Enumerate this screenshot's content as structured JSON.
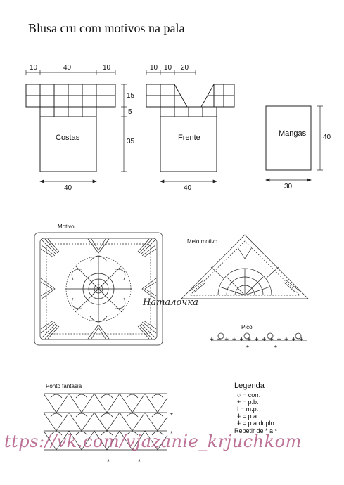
{
  "title": "Blusa cru com motivos na pala",
  "pieces": {
    "costas": "Costas",
    "frente": "Frente",
    "mangas": "Mangas"
  },
  "dimensions": {
    "costas_top_left": "10",
    "costas_top_mid": "40",
    "costas_top_right": "10",
    "costas_side_a": "15",
    "costas_side_b": "5",
    "costas_side_c": "35",
    "costas_bottom": "40",
    "frente_top_a": "10",
    "frente_top_b": "10",
    "frente_top_c": "20",
    "frente_bottom": "40",
    "mangas_side": "40",
    "mangas_bottom": "30"
  },
  "labels": {
    "motivo": "Motivo",
    "meio_motivo": "Meio motivo",
    "pico": "Picô",
    "ponto_fantasia": "Ponto fantasia",
    "signature": "Наталочка"
  },
  "legend": {
    "title": "Legenda",
    "items": [
      {
        "symbol": "○",
        "text": "= corr."
      },
      {
        "symbol": "+",
        "text": "= p.b."
      },
      {
        "symbol": "ǀ",
        "text": "= m.p."
      },
      {
        "symbol": "ǂ",
        "text": "= p.a."
      },
      {
        "symbol": "ǂ",
        "text": "= p.a.duplo"
      },
      {
        "symbol": "",
        "text": "Repetir de * a *"
      }
    ]
  },
  "watermark": "ttps://vk.com/vjazanie_krjuchkom"
}
